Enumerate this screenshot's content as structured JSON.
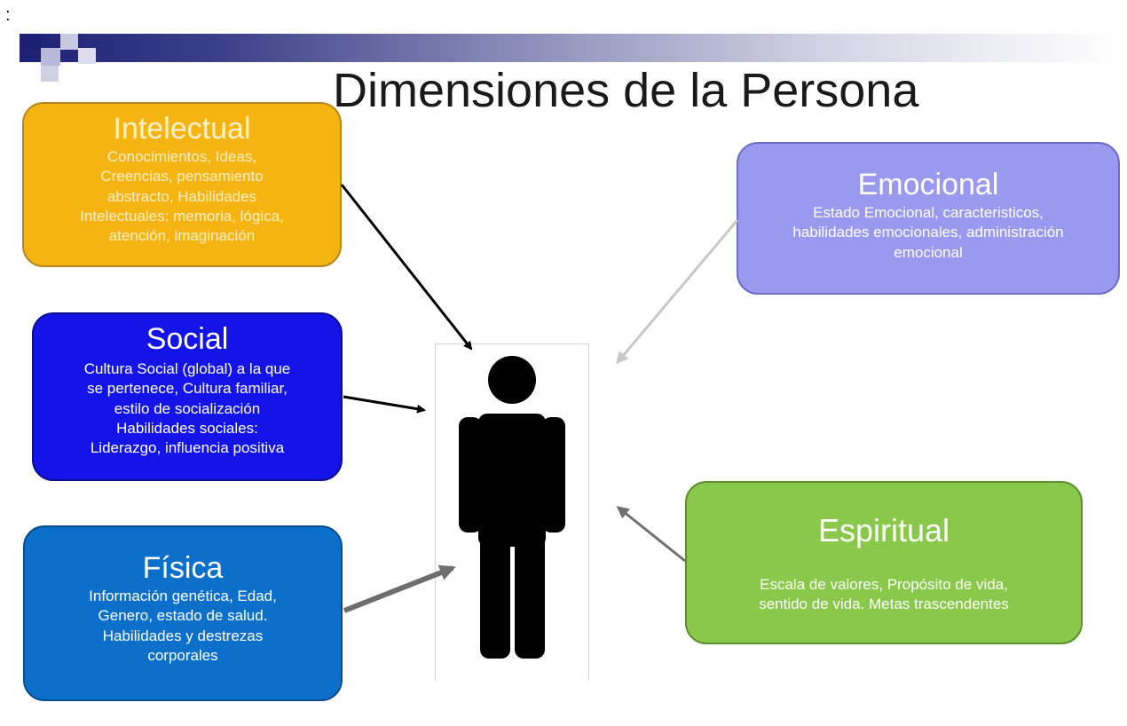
{
  "corner_mark": ":",
  "title": "Dimensiones de la Persona",
  "boxes": {
    "intelectual": {
      "heading": "Intelectual",
      "body": "Conocimientos, Ideas,\nCreencias, pensamiento\nabstracto, Habilidades\nIntelectuales: memoria, lógica,\natención, imaginación",
      "color": "#f5b412"
    },
    "social": {
      "heading": "Social",
      "body": "Cultura Social (global)  a la que\nse pertenece, Cultura familiar,\nestilo de socialización\nHabilidades sociales:\nLiderazgo, influencia positiva",
      "color": "#1414e8"
    },
    "fisica": {
      "heading": "Física",
      "body": "Información genética, Edad,\nGenero, estado de salud.\nHabilidades y destrezas\ncorporales",
      "color": "#0c6fc9"
    },
    "emocional": {
      "heading": "Emocional",
      "body": "Estado Emocional, caracteristicos,\nhabilidades emocionales, administración\nemocional",
      "color": "#9999f0"
    },
    "espiritual": {
      "heading": "Espiritual",
      "body": "Escala de valores, Propósito de vida,\nsentido de vida. Metas trascendentes",
      "color": "#89c84b"
    }
  },
  "figure": {
    "icon": "person-icon"
  },
  "arrows": [
    {
      "from": "intelectual",
      "to": "person",
      "color": "#000000"
    },
    {
      "from": "social",
      "to": "person",
      "color": "#000000"
    },
    {
      "from": "fisica",
      "to": "person",
      "color": "#6e6e6e"
    },
    {
      "from": "emocional",
      "to": "person",
      "color": "#c8c8c8"
    },
    {
      "from": "espiritual",
      "to": "person",
      "color": "#707070"
    }
  ]
}
